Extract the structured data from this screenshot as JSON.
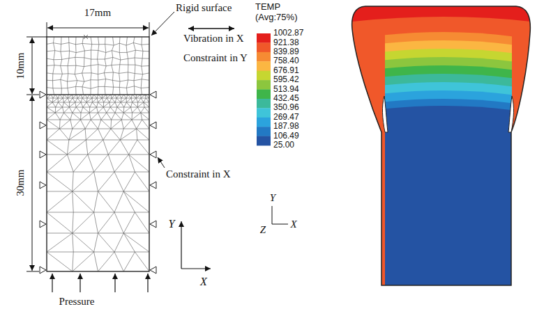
{
  "diagram": {
    "labels": [
      "17mm",
      "10mm",
      "30mm",
      "Rigid surface",
      "Vibration in X",
      "Constraint in Y",
      "Constraint in X",
      "Pressure",
      "Y",
      "X",
      "TEMP (Avg:75%)",
      "1002.87",
      "921.38",
      "839.89",
      "758.40",
      "676.91",
      "595.42",
      "513.94",
      "432.45",
      "350.96",
      "269.47",
      "187.98",
      "106.49",
      "25.00",
      "Y",
      "Z",
      "X"
    ]
  }
}
